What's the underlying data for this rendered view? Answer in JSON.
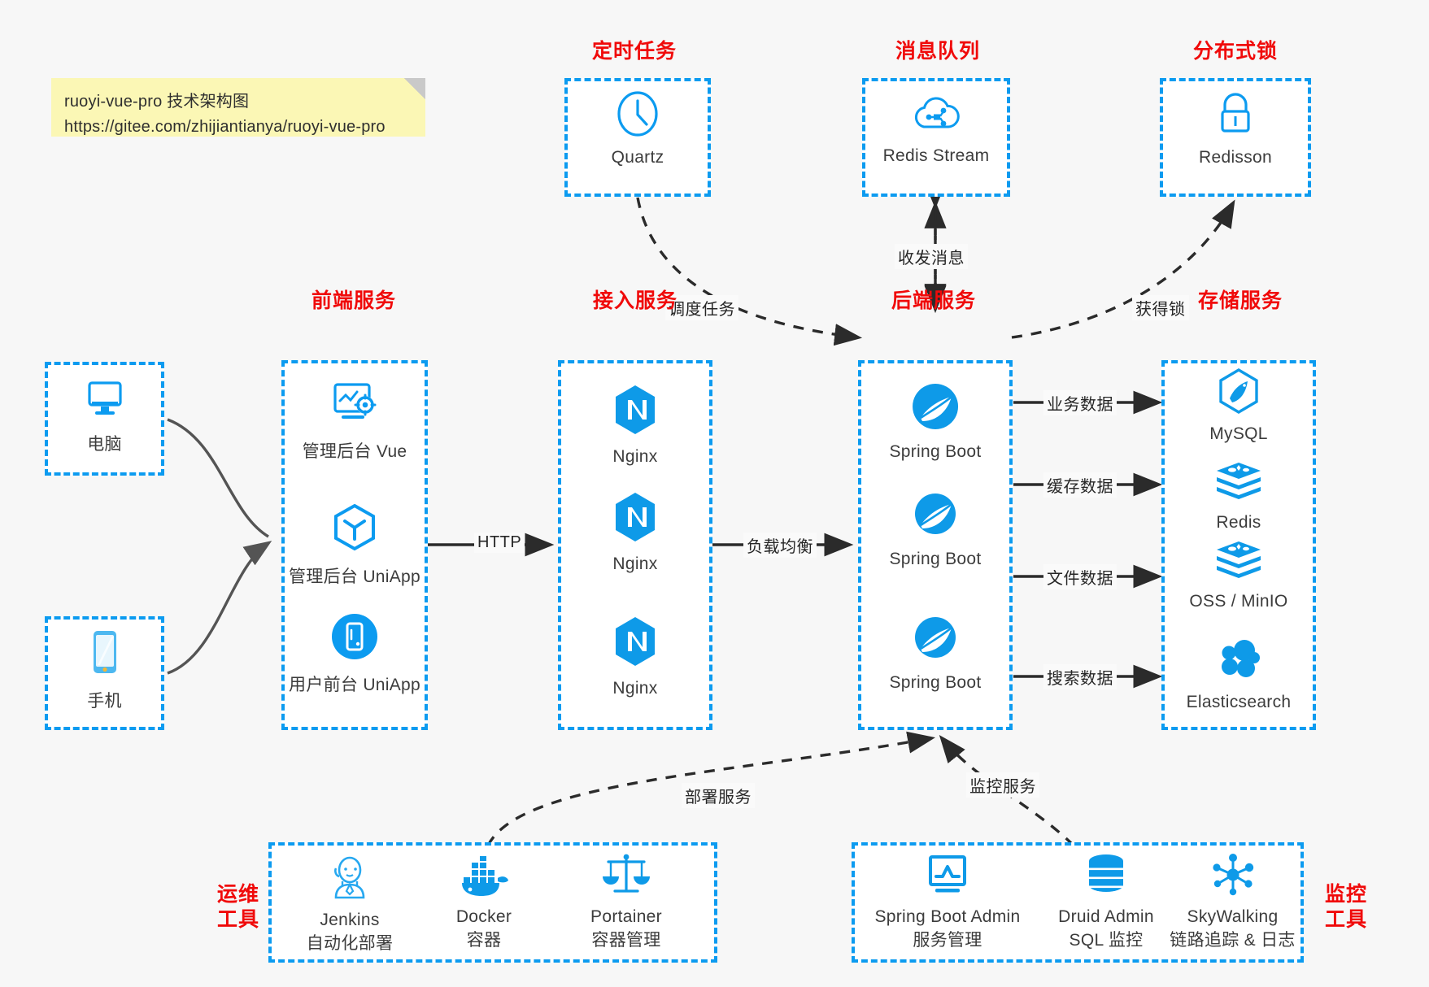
{
  "note": {
    "title": "ruoyi-vue-pro 技术架构图",
    "url": "https://gitee.com/zhijiantianya/ruoyi-vue-pro"
  },
  "colors": {
    "accent_blue": "#0c9bf0",
    "title_red": "#f00a0a",
    "page_bg": "#f7f7f7",
    "panel_bg": "#ffffff",
    "note_bg": "#fbf7b5",
    "edge_dark": "#2b2b2b"
  },
  "groups": {
    "scheduled_task": {
      "title": "定时任务",
      "nodes": [
        {
          "label": "Quartz",
          "icon": "clock-icon"
        }
      ]
    },
    "message_queue": {
      "title": "消息队列",
      "nodes": [
        {
          "label": "Redis Stream",
          "icon": "cloud-stream-icon"
        }
      ]
    },
    "distributed_lock": {
      "title": "分布式锁",
      "nodes": [
        {
          "label": "Redisson",
          "icon": "lock-icon"
        }
      ]
    },
    "clients": {
      "nodes": [
        {
          "label": "电脑",
          "icon": "desktop-icon"
        },
        {
          "label": "手机",
          "icon": "mobile-phone-icon"
        }
      ]
    },
    "frontend": {
      "title": "前端服务",
      "nodes": [
        {
          "label": "管理后台 Vue",
          "icon": "dashboard-gear-icon"
        },
        {
          "label": "管理后台 UniApp",
          "icon": "uniapp-hexagon-icon"
        },
        {
          "label": "用户前台 UniApp",
          "icon": "mobile-app-circle-icon"
        }
      ]
    },
    "gateway": {
      "title": "接入服务",
      "nodes": [
        {
          "label": "Nginx",
          "icon": "nginx-icon"
        },
        {
          "label": "Nginx",
          "icon": "nginx-icon"
        },
        {
          "label": "Nginx",
          "icon": "nginx-icon"
        }
      ]
    },
    "backend": {
      "title": "后端服务",
      "nodes": [
        {
          "label": "Spring Boot",
          "icon": "spring-boot-icon"
        },
        {
          "label": "Spring Boot",
          "icon": "spring-boot-icon"
        },
        {
          "label": "Spring Boot",
          "icon": "spring-boot-icon"
        }
      ]
    },
    "storage": {
      "title": "存储服务",
      "nodes": [
        {
          "label": "MySQL",
          "icon": "mysql-icon"
        },
        {
          "label": "Redis",
          "icon": "redis-icon"
        },
        {
          "label": "OSS / MinIO",
          "icon": "oss-minio-icon"
        },
        {
          "label": "Elasticsearch",
          "icon": "elasticsearch-icon"
        }
      ]
    },
    "devops": {
      "title_line1": "运维",
      "title_line2": "工具",
      "nodes": [
        {
          "label": "Jenkins",
          "sub": "自动化部署",
          "icon": "jenkins-icon"
        },
        {
          "label": "Docker",
          "sub": "容器",
          "icon": "docker-icon"
        },
        {
          "label": "Portainer",
          "sub": "容器管理",
          "icon": "portainer-scales-icon"
        }
      ]
    },
    "monitoring": {
      "title_line1": "监控",
      "title_line2": "工具",
      "nodes": [
        {
          "label": "Spring Boot Admin",
          "sub": "服务管理",
          "icon": "monitor-chart-icon"
        },
        {
          "label": "Druid Admin",
          "sub": "SQL 监控",
          "icon": "database-stack-icon"
        },
        {
          "label": "SkyWalking",
          "sub": "链路追踪 & 日志",
          "icon": "skywalking-icon"
        }
      ]
    }
  },
  "edges": [
    {
      "id": "edge-clients-to-frontend",
      "label": "",
      "style": "solid-curve"
    },
    {
      "id": "edge-frontend-to-gateway",
      "label": "HTTP",
      "style": "solid"
    },
    {
      "id": "edge-gateway-to-backend",
      "label": "负载均衡",
      "style": "solid"
    },
    {
      "id": "edge-backend-to-mysql",
      "label": "业务数据",
      "style": "solid"
    },
    {
      "id": "edge-backend-to-redis",
      "label": "缓存数据",
      "style": "solid"
    },
    {
      "id": "edge-backend-to-oss",
      "label": "文件数据",
      "style": "solid"
    },
    {
      "id": "edge-backend-to-es",
      "label": "搜索数据",
      "style": "solid"
    },
    {
      "id": "edge-quartz-to-backend",
      "label": "调度任务",
      "style": "dashed-curve"
    },
    {
      "id": "edge-backend-to-mq",
      "label": "收发消息",
      "style": "dashed-bidir"
    },
    {
      "id": "edge-backend-to-lock",
      "label": "获得锁",
      "style": "dashed-curve"
    },
    {
      "id": "edge-devops-to-backend",
      "label": "部署服务",
      "style": "dashed-curve"
    },
    {
      "id": "edge-monitoring-to-backend",
      "label": "监控服务",
      "style": "dashed-curve"
    }
  ]
}
